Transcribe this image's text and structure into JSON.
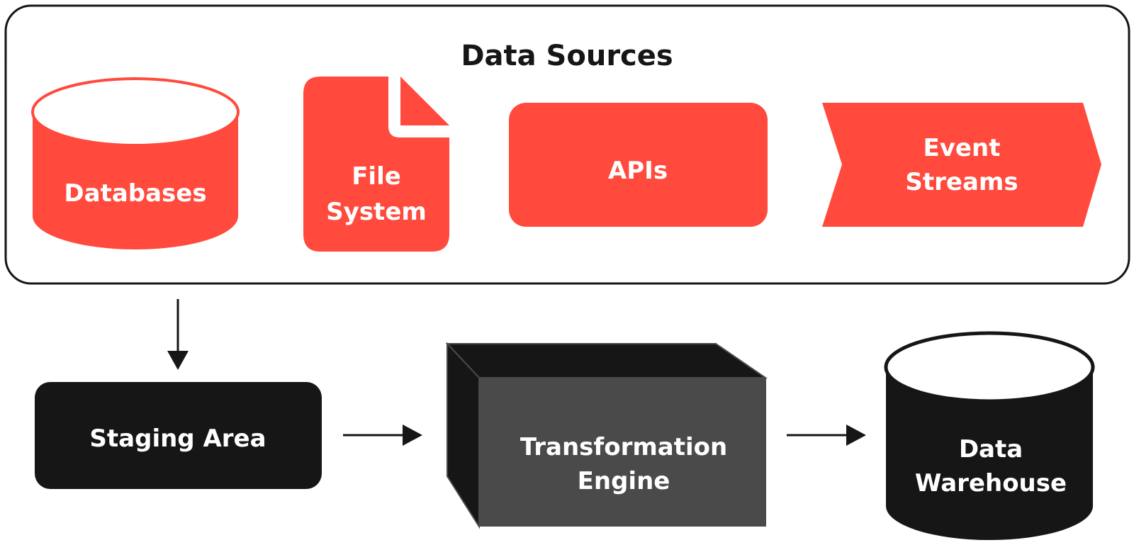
{
  "colors": {
    "accent_red": "#FF4A3D",
    "dark": "#161616",
    "box_front": "#4A4A4A",
    "white": "#FFFFFF"
  },
  "sources_group": {
    "title": "Data Sources",
    "items": [
      {
        "id": "databases",
        "shape": "cylinder",
        "lines": [
          "Databases"
        ]
      },
      {
        "id": "file-system",
        "shape": "document",
        "lines": [
          "File",
          "System"
        ]
      },
      {
        "id": "apis",
        "shape": "rounded-rectangle",
        "lines": [
          "APIs"
        ]
      },
      {
        "id": "event-streams",
        "shape": "chevron",
        "lines": [
          "Event",
          "Streams"
        ]
      }
    ]
  },
  "pipeline": [
    {
      "id": "staging-area",
      "shape": "rounded-rectangle",
      "lines": [
        "Staging Area"
      ]
    },
    {
      "id": "transformation-engine",
      "shape": "3d-box",
      "lines": [
        "Transformation",
        "Engine"
      ]
    },
    {
      "id": "data-warehouse",
      "shape": "cylinder",
      "lines": [
        "Data",
        "Warehouse"
      ]
    }
  ],
  "edges": [
    {
      "from": "sources_group",
      "to": "staging-area",
      "direction": "down"
    },
    {
      "from": "staging-area",
      "to": "transformation-engine",
      "direction": "right"
    },
    {
      "from": "transformation-engine",
      "to": "data-warehouse",
      "direction": "right"
    }
  ]
}
